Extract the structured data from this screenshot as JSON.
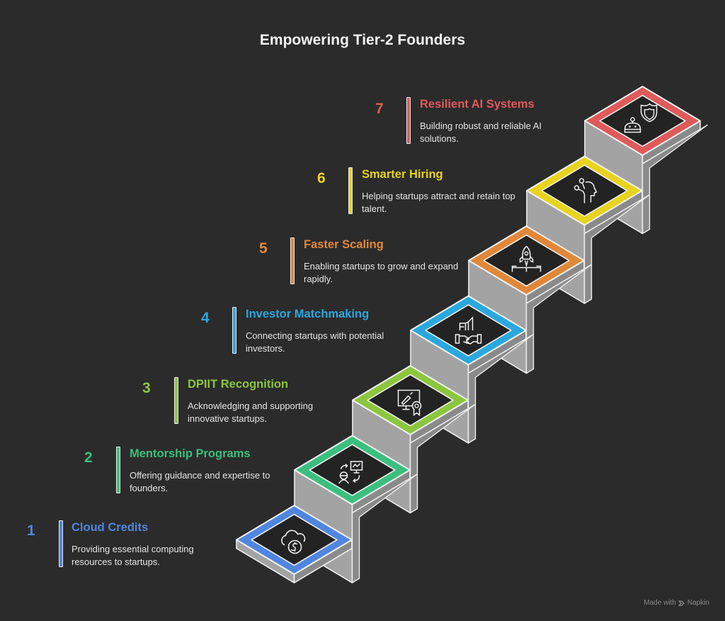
{
  "title": "Empowering Tier-2 Founders",
  "steps": [
    {
      "number": "1",
      "title": "Cloud Credits",
      "description": "Providing essential computing resources to startups.",
      "color": "#4f86e0",
      "icon": "cloud-dollar-icon"
    },
    {
      "number": "2",
      "title": "Mentorship Programs",
      "description": "Offering guidance and expertise to founders.",
      "color": "#3bbf7f",
      "icon": "mentor-presentation-icon"
    },
    {
      "number": "3",
      "title": "DPIIT Recognition",
      "description": "Acknowledging and supporting innovative startups.",
      "color": "#8cc63f",
      "icon": "certificate-monitor-icon"
    },
    {
      "number": "4",
      "title": "Investor Matchmaking",
      "description": "Connecting startups with potential investors.",
      "color": "#2aa8de",
      "icon": "handshake-buildings-icon"
    },
    {
      "number": "5",
      "title": "Faster Scaling",
      "description": "Enabling startups to grow and expand rapidly.",
      "color": "#e0883a",
      "icon": "rocket-launch-icon"
    },
    {
      "number": "6",
      "title": "Smarter Hiring",
      "description": "Helping startups attract and retain top talent.",
      "color": "#e8d31e",
      "icon": "talent-head-icon"
    },
    {
      "number": "7",
      "title": "Resilient AI Systems",
      "description": "Building robust and reliable AI solutions.",
      "color": "#e05a5a",
      "icon": "robot-shield-icon"
    }
  ],
  "footer": {
    "made_with": "Made with",
    "brand": "Napkin"
  }
}
